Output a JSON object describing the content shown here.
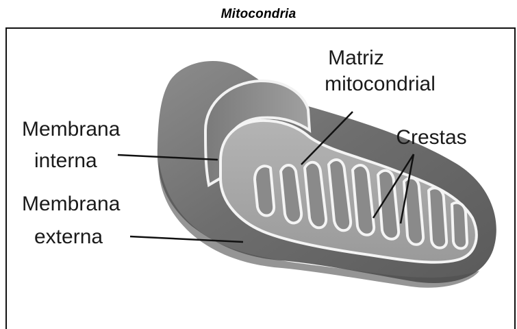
{
  "title": "Mitocondria",
  "labels": {
    "matriz_line1": "Matriz",
    "matriz_line2": "mitocondrial",
    "crestas": "Crestas",
    "membrana_interna_line1": "Membrana",
    "membrana_interna_line2": "interna",
    "membrana_externa_line1": "Membrana",
    "membrana_externa_line2": "externa"
  }
}
